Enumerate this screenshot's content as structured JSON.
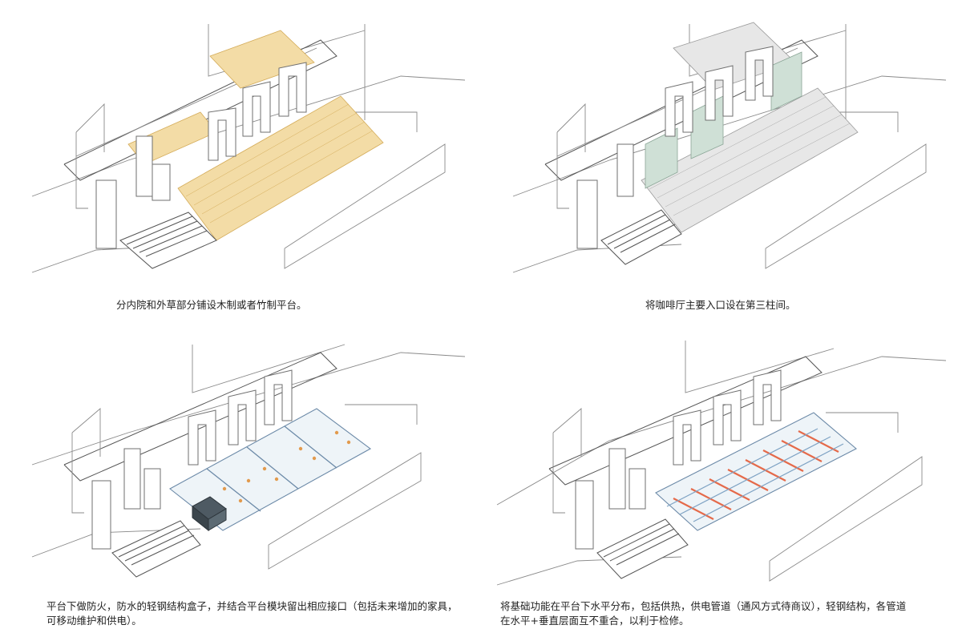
{
  "panels": [
    {
      "caption_lines": [
        "分内院和外草部分铺设木制或者竹制平台。"
      ]
    },
    {
      "caption_lines": [
        "将咖啡厅主要入口设在第三柱间。"
      ]
    },
    {
      "caption_lines": [
        "平台下做防火，防水的轻钢结构盒子，并结合平台模块留出相应接口（包括未来增加的家具，",
        "可移动维护和供电）。"
      ]
    },
    {
      "caption_lines": [
        "将基础功能在平台下水平分布，包括供热，供电管道（通风方式待商议），轻钢结构，各管道",
        "在水平+垂直层面互不重合，以利于检修。"
      ]
    }
  ],
  "colors": {
    "deck_yellow": "#f3dca6",
    "deck_grey": "#e7e7e7",
    "glass": "#cfe0d6",
    "steel_frame": "#6c8aa8",
    "service_box": "#4e5a63",
    "connection_points": "#e29a4d",
    "heating_pipes": "#e56a4a"
  }
}
